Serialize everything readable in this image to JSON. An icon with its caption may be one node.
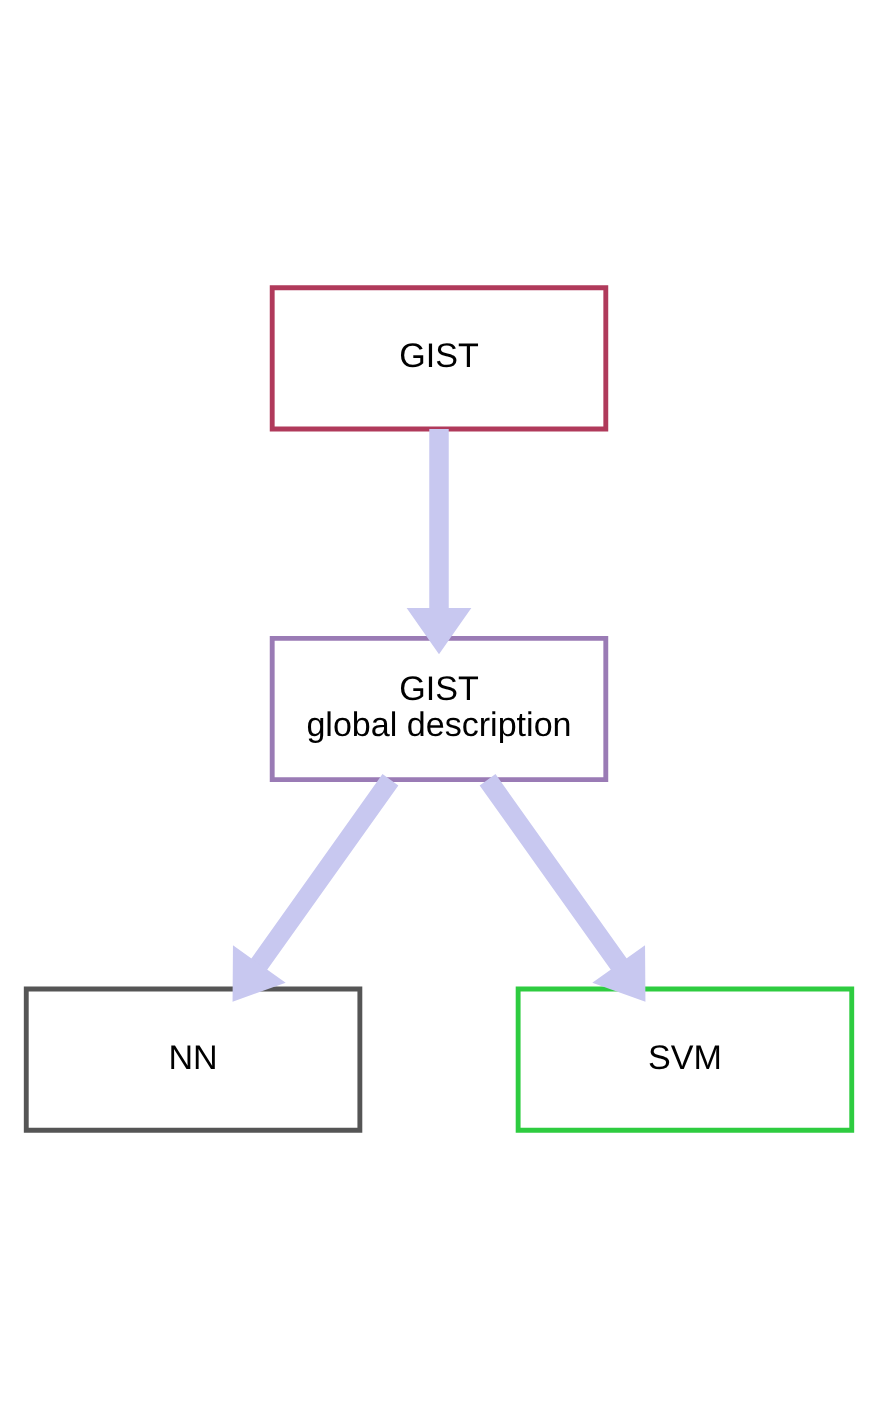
{
  "diagram": {
    "nodes": [
      {
        "text": [
          "GIST"
        ]
      },
      {
        "text": [
          "GIST",
          "global description"
        ]
      },
      {
        "text": [
          "NN"
        ]
      },
      {
        "text": [
          "SVM"
        ]
      }
    ],
    "edges": [
      {
        "from": 0,
        "to": 1,
        "arrow": "to"
      },
      {
        "from": 1,
        "to": 2,
        "arrow": "to"
      },
      {
        "from": 1,
        "to": 3,
        "arrow": "to"
      }
    ]
  }
}
